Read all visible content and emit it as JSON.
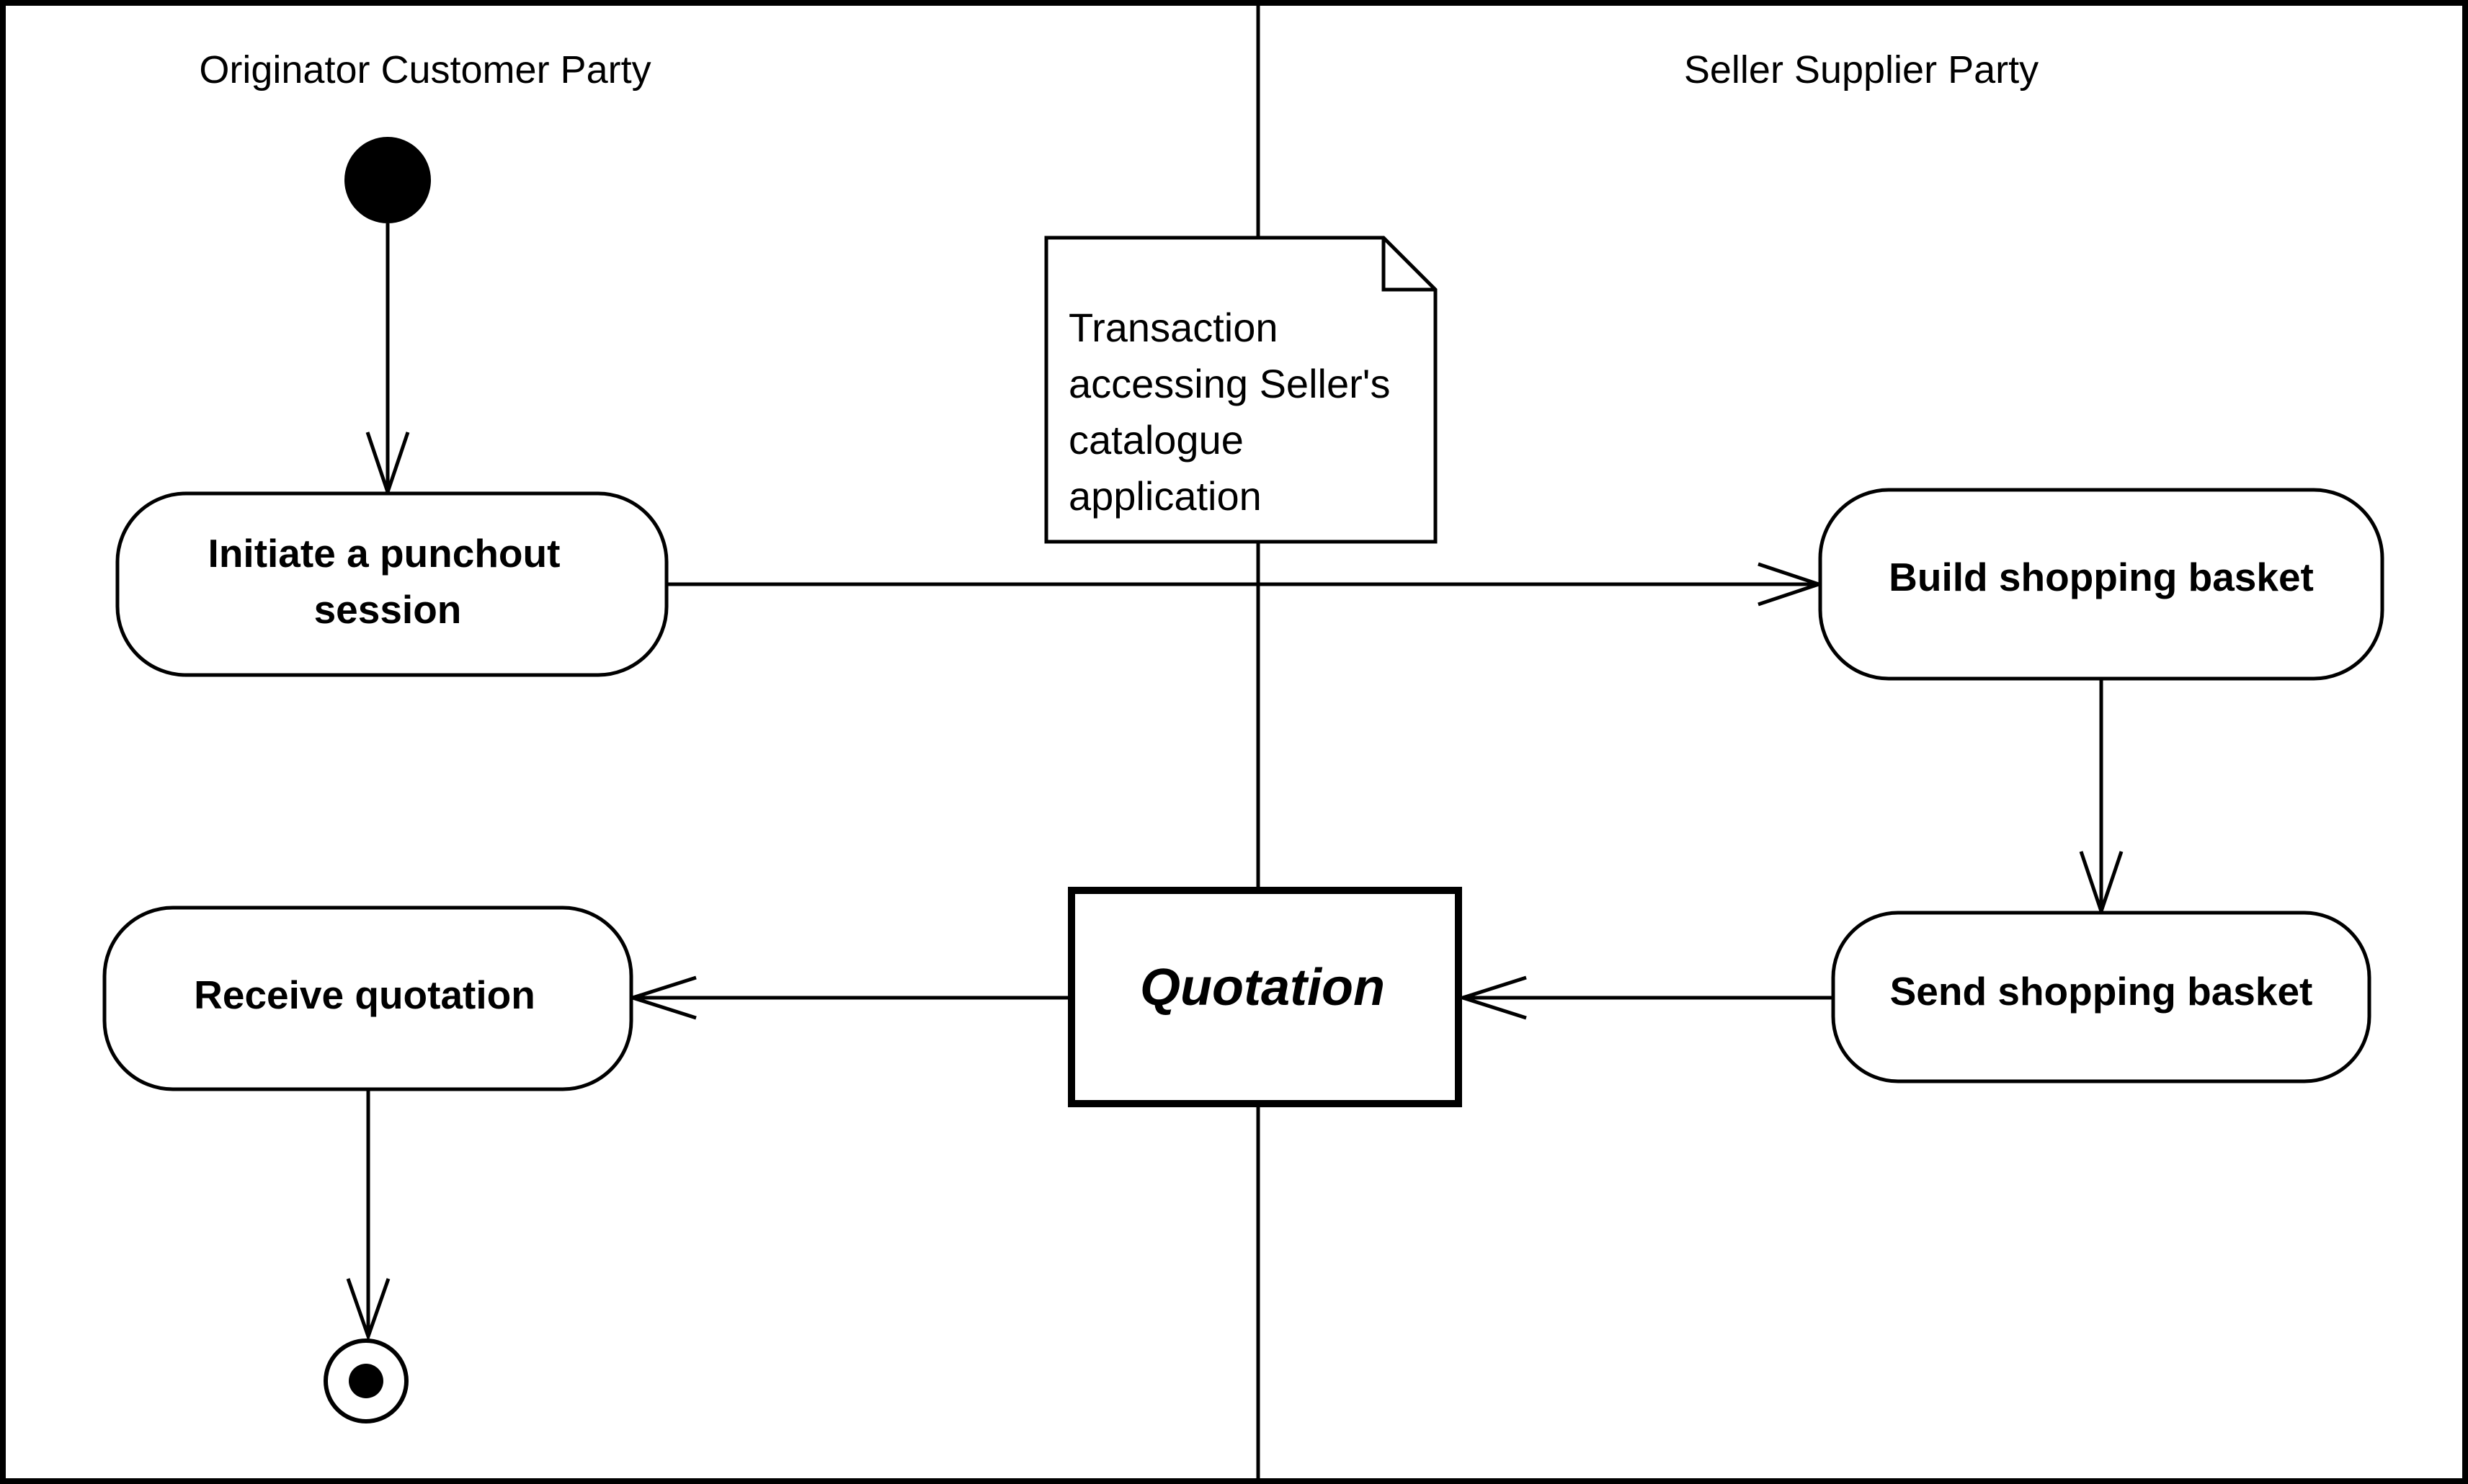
{
  "swimlanes": [
    {
      "label": "Originator Customer Party"
    },
    {
      "label": "Seller Supplier Party"
    }
  ],
  "actions": {
    "initiate": [
      "Initiate a punchout",
      "session"
    ],
    "build": [
      "Build shopping basket"
    ],
    "send": [
      "Send shopping basket"
    ],
    "receive": [
      "Receive quotation"
    ]
  },
  "object_node": {
    "label": "Quotation"
  },
  "note": {
    "lines": [
      "Transaction",
      "accessing Seller's",
      "catalogue",
      "application"
    ]
  },
  "colors": {
    "stroke": "#000000",
    "background": "#ffffff"
  }
}
